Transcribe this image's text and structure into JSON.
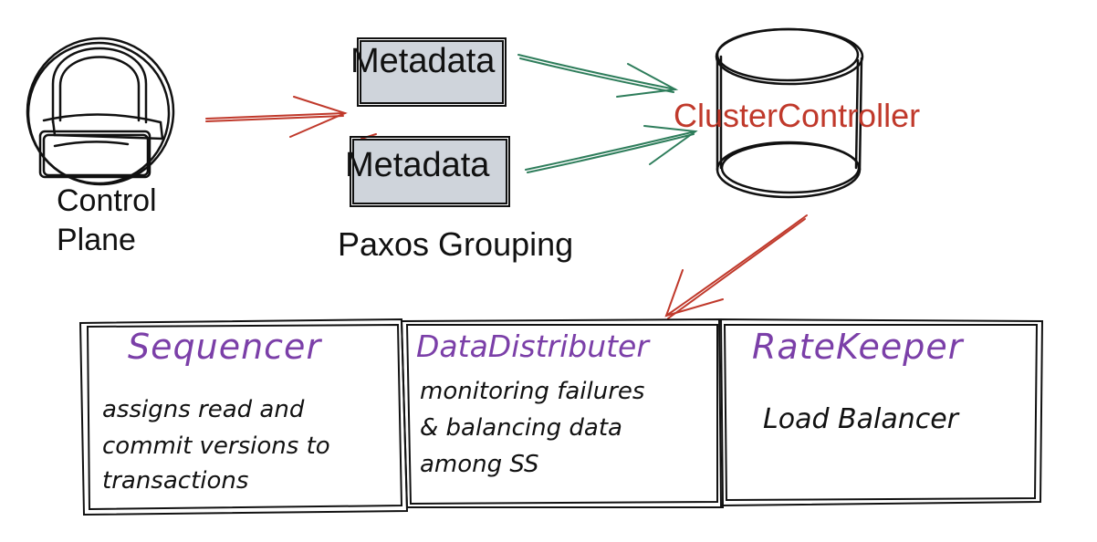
{
  "control_plane": {
    "line1": "Control",
    "line2": "Plane",
    "icon": "lock-icon"
  },
  "paxos": {
    "metadata_top": "Metadata",
    "metadata_bottom": "Metadata",
    "label": "Paxos Grouping"
  },
  "cluster_controller": {
    "label": "ClusterController",
    "icon": "database-cylinder-icon"
  },
  "modules": [
    {
      "title": "Sequencer",
      "lines": [
        "assigns read and",
        "commit versions to",
        "transactions"
      ]
    },
    {
      "title": "DataDistributer",
      "lines": [
        "monitoring failures",
        "& balancing data",
        "among SS"
      ]
    },
    {
      "title": "RateKeeper",
      "lines": [
        "Load Balancer"
      ]
    }
  ],
  "colors": {
    "red_arrow": "#c0392b",
    "green_arrow": "#2e7d5b",
    "purple_title": "#7b3fa8",
    "meta_fill": "#cfd4db",
    "ink": "#111111"
  }
}
